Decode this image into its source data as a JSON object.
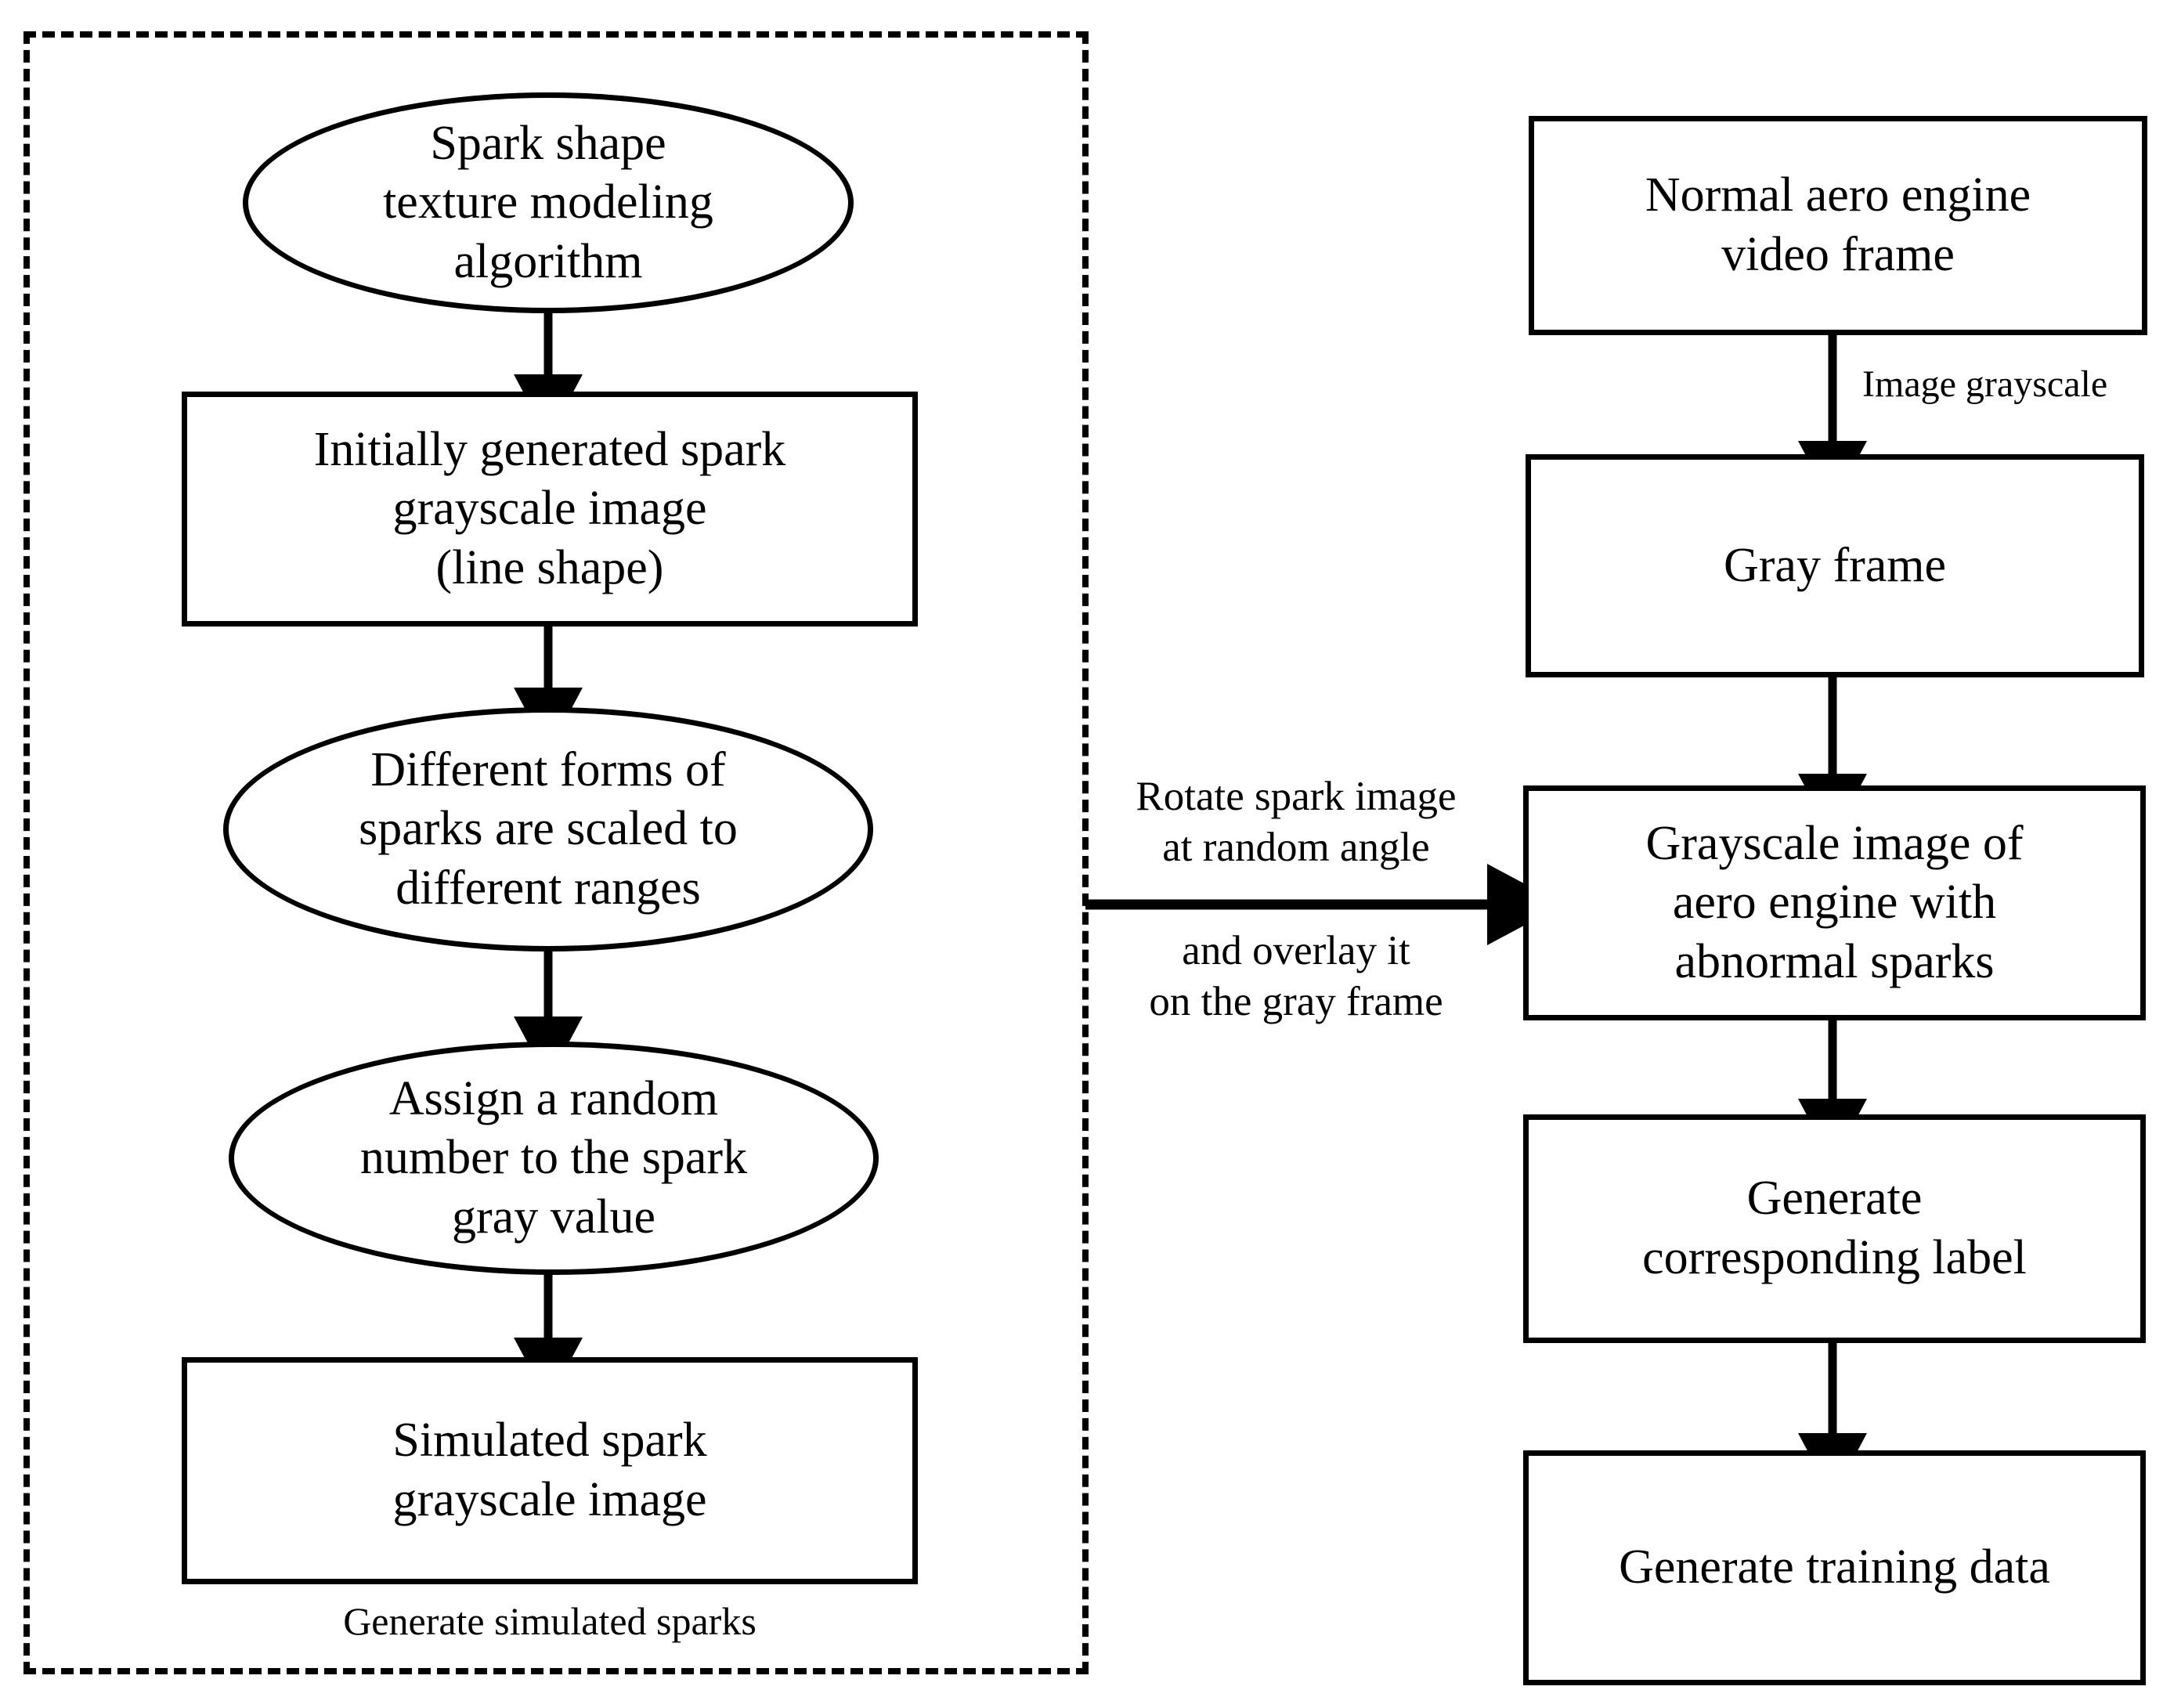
{
  "diagram": {
    "title": "Spark simulation and training data generation flowchart",
    "stroke_color": "#000000",
    "background_color": "#ffffff",
    "type": "flowchart"
  },
  "dashed_group": {
    "caption": "Generate simulated sparks"
  },
  "left_column": {
    "nodes": [
      {
        "id": "spark-shape-texture-modeling-algorithm",
        "shape": "ellipse",
        "label": "Spark shape\ntexture modeling\nalgorithm"
      },
      {
        "id": "initially-generated-spark-grayscale-image",
        "shape": "box",
        "label": "Initially generated spark\ngrayscale image\n(line shape)"
      },
      {
        "id": "different-forms-of-sparks-scaled",
        "shape": "ellipse",
        "label": "Different forms of\nsparks are scaled to\ndifferent ranges"
      },
      {
        "id": "assign-random-number-to-spark-gray-value",
        "shape": "ellipse",
        "label": "Assign a random\nnumber to the spark\ngray value"
      },
      {
        "id": "simulated-spark-grayscale-image",
        "shape": "box",
        "label": "Simulated spark\ngrayscale image"
      }
    ]
  },
  "right_column": {
    "nodes": [
      {
        "id": "normal-aero-engine-video-frame",
        "shape": "box",
        "label": "Normal aero engine\nvideo frame"
      },
      {
        "id": "gray-frame",
        "shape": "box",
        "label": "Gray frame"
      },
      {
        "id": "grayscale-image-aero-engine-abnormal-sparks",
        "shape": "box",
        "label": "Grayscale image of\naero engine with\nabnormal sparks"
      },
      {
        "id": "generate-corresponding-label",
        "shape": "box",
        "label": "Generate\ncorresponding label"
      },
      {
        "id": "generate-training-data",
        "shape": "box",
        "label": "Generate training data"
      }
    ]
  },
  "edge_labels": {
    "image_grayscale": "Image grayscale",
    "rotate_overlay_top": "Rotate spark image\nat random angle",
    "rotate_overlay_bottom": "and overlay it\non the gray frame"
  }
}
